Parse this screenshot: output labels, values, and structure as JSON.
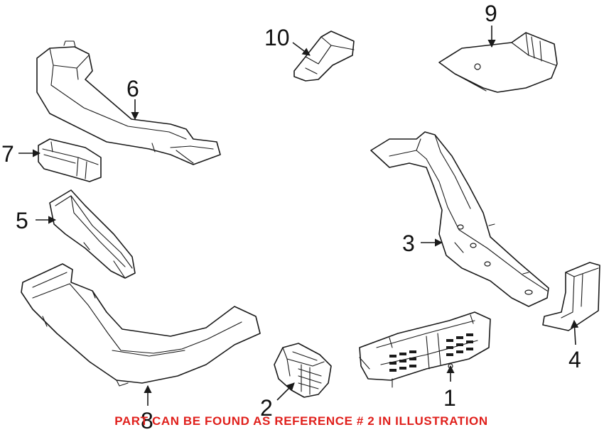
{
  "notice": {
    "text": "PART CAN BE FOUND AS REFERENCE # 2 IN ILLUSTRATION",
    "color": "#e0201c"
  },
  "callouts": {
    "c1": "1",
    "c2": "2",
    "c3": "3",
    "c4": "4",
    "c5": "5",
    "c6": "6",
    "c7": "7",
    "c8": "8",
    "c9": "9",
    "c10": "10"
  },
  "colors": {
    "line": "#1a1a1a",
    "background": "#ffffff"
  }
}
